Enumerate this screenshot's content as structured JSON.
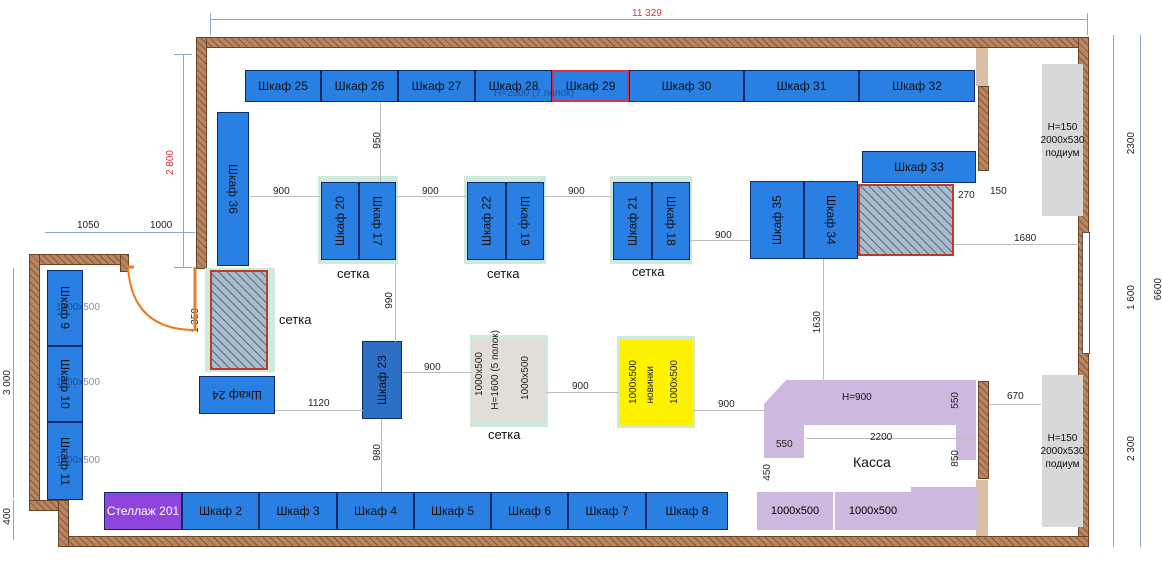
{
  "dimensions": {
    "top_total": "11 329",
    "left_upper": "2 800",
    "left_lower": "3 000",
    "left_bottom": "400",
    "door_left": "1050",
    "door_right": "1000",
    "door_height": "1 350",
    "right_top": "2300",
    "right_mid": "1 600",
    "right_bottom": "2 300",
    "right_total": "6600"
  },
  "measures": {
    "m950": "950",
    "m900a": "900",
    "m900b": "900",
    "m900c": "900",
    "m900d": "900",
    "m990": "990",
    "m900e": "900",
    "m900f": "900",
    "m900g": "900",
    "m1120": "1120",
    "m980": "980",
    "m1630": "1630",
    "m1680": "1680",
    "m270": "270",
    "m150": "150",
    "m670": "670",
    "m550a": "550",
    "m2200": "2200",
    "m550b": "550",
    "m850": "850",
    "m450": "450"
  },
  "cabinets_top": [
    "Шкаф 25",
    "Шкаф 26",
    "Шкаф 27",
    "Шкаф 28",
    "Шкаф 29",
    "Шкаф 30",
    "Шкаф 31",
    "Шкаф 32"
  ],
  "cabinets_bottom": [
    "Стеллаж 201",
    "Шкаф 2",
    "Шкаф 3",
    "Шкаф 4",
    "Шкаф 5",
    "Шкаф 6",
    "Шкаф 7",
    "Шкаф 8"
  ],
  "cabinets_left": [
    "Шкаф 9",
    "Шкаф 10",
    "Шкаф 11"
  ],
  "cab33": "Шкаф 33",
  "cab36": "Шкаф 36",
  "cab20": "Шкаф 20",
  "cab17": "Шкаф 17",
  "cab22": "Шкаф 22",
  "cab19": "Шкаф 19",
  "cab21": "Шкаф 21",
  "cab18": "Шкаф 18",
  "cab35": "Шкаф 35",
  "cab34": "Шкаф 34",
  "cab23": "Шкаф 23",
  "cab24": "Шкаф 24",
  "labels": {
    "setka1": "сетка",
    "setka2": "сетка",
    "setka3": "сетка",
    "setka4": "сетка",
    "setka5": "сетка",
    "kassa": "Касса",
    "h900": "H=900"
  },
  "podium_top": [
    "H=150",
    "2000x530",
    "подиум"
  ],
  "podium_bottom": [
    "H=150",
    "2000x530",
    "подиум"
  ],
  "display_beige": [
    "1000x500",
    "H=1600 (5 полок)",
    "1000x500"
  ],
  "display_yellow": [
    "1000x500",
    "новинки",
    "1000x500"
  ],
  "lav_boxes": [
    "1000x500",
    "1000x500"
  ],
  "ghost": {
    "top": "H=2000 (7 полок)",
    "c9": "1000x500",
    "c10": "1000x500",
    "c11": "1000x500"
  }
}
